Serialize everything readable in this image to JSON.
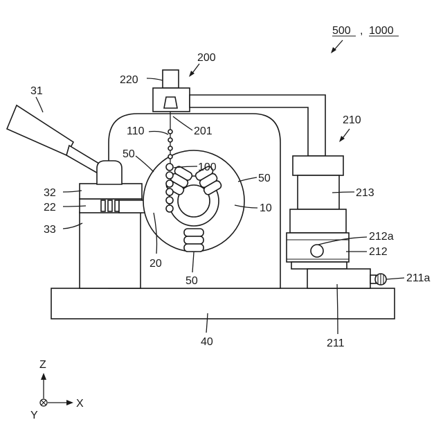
{
  "figure_ref": {
    "num_a": "500",
    "sep": ",",
    "num_b": "1000"
  },
  "labels": {
    "l200": "200",
    "l220": "220",
    "l201": "201",
    "l110": "110",
    "l100": "100",
    "l50a": "50",
    "l50b": "50",
    "l50c": "50",
    "l10": "10",
    "l20": "20",
    "l31": "31",
    "l32": "32",
    "l22": "22",
    "l33": "33",
    "l40": "40",
    "l210": "210",
    "l213": "213",
    "l212a": "212a",
    "l212": "212",
    "l211": "211",
    "l211a": "211a"
  },
  "axes": {
    "z": "Z",
    "x": "X",
    "y": "Y"
  },
  "colors": {
    "ink": "#1a1a1a",
    "background": "#ffffff"
  }
}
